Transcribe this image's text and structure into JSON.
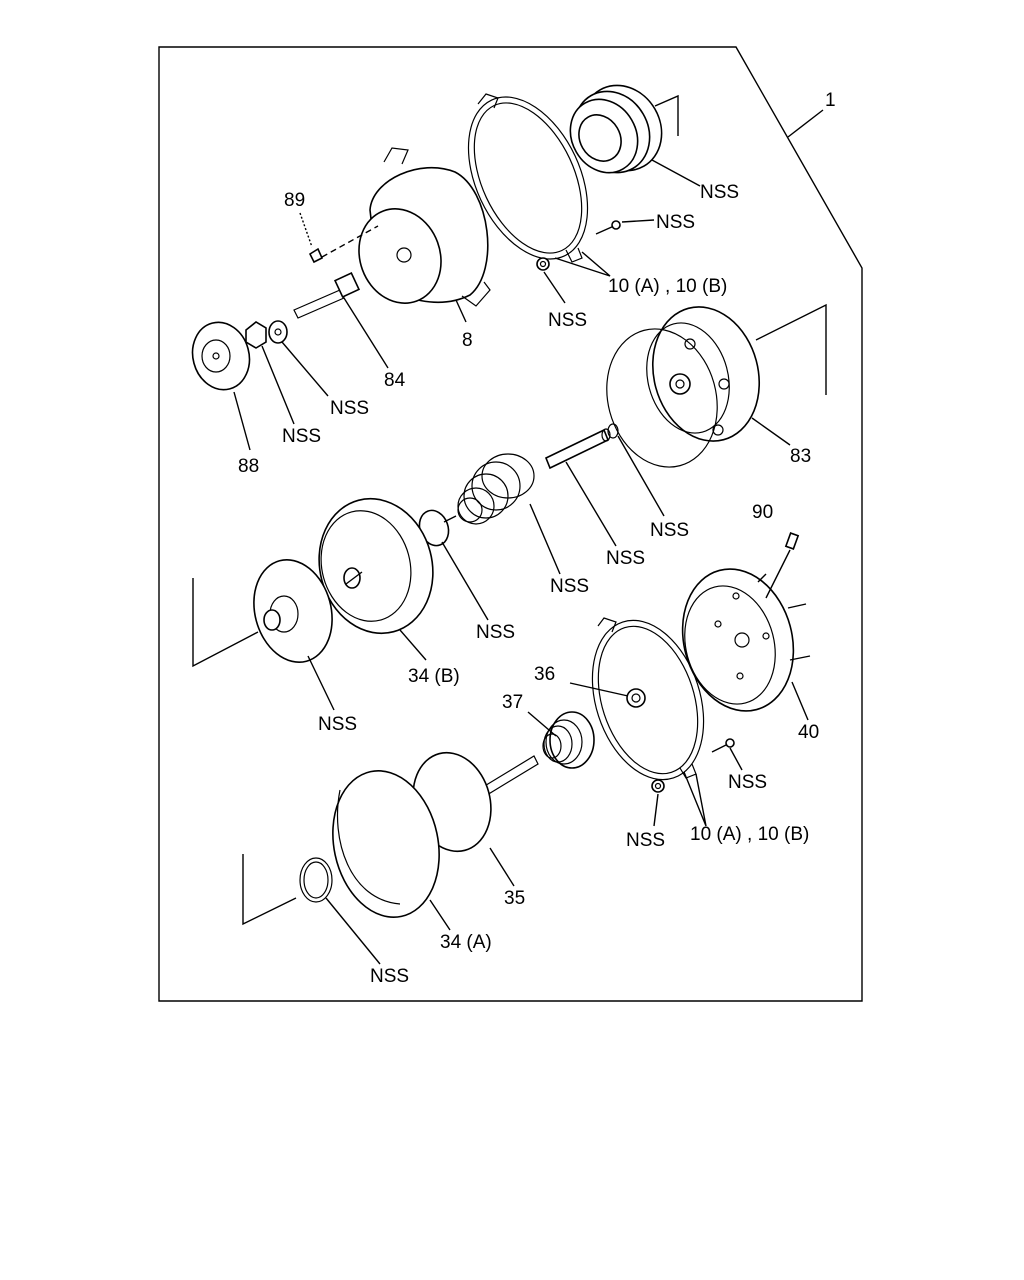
{
  "callouts": {
    "assembly": "1",
    "nss_boot": "NSS",
    "nss_screw_top": "NSS",
    "clamp_top": "10 (A) , 10 (B)",
    "nss_nut_top": "NSS",
    "part_89": "89",
    "part_8": "8",
    "part_84": "84",
    "nss_washer": "NSS",
    "nss_nut_left": "NSS",
    "part_88": "88",
    "part_83": "83",
    "nss_oring_83": "NSS",
    "nss_pin": "NSS",
    "nss_spring": "NSS",
    "part_90": "90",
    "nss_plate_small": "NSS",
    "part_34b": "34 (B)",
    "nss_plate_left": "NSS",
    "part_36": "36",
    "part_37": "37",
    "part_40": "40",
    "nss_screw_mid": "NSS",
    "nss_nut_bottom": "NSS",
    "clamp_bottom": "10 (A) , 10 (B)",
    "part_35": "35",
    "part_34a": "34 (A)",
    "nss_oring_bottom": "NSS"
  }
}
